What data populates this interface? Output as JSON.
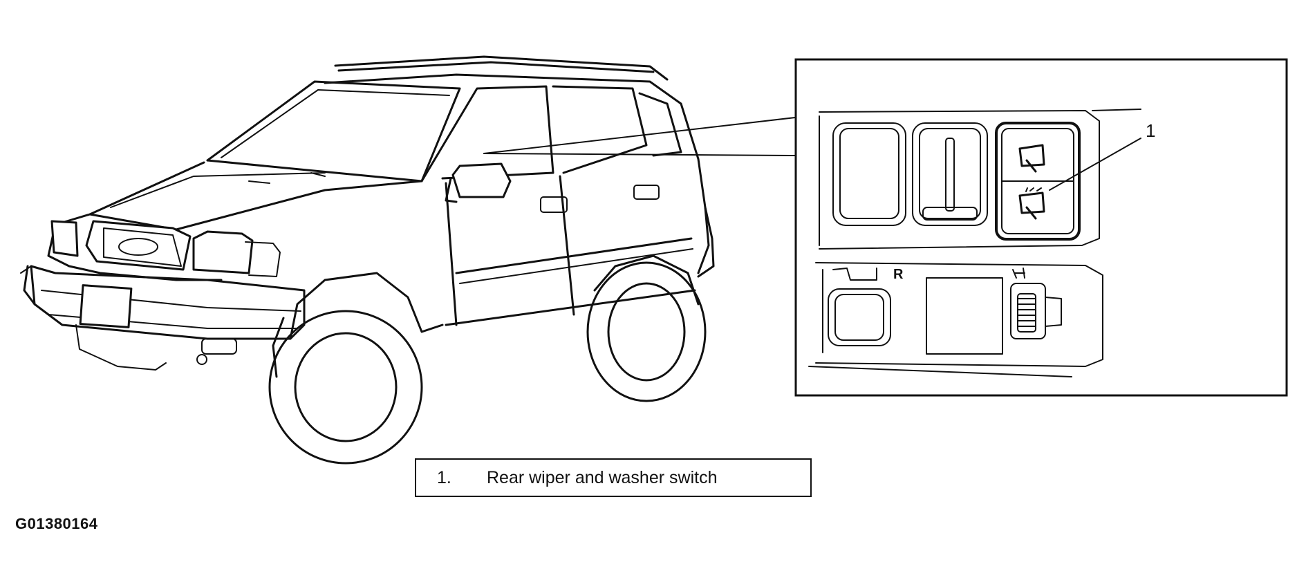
{
  "legend": {
    "items": [
      {
        "number": "1.",
        "label": "Rear wiper and washer switch"
      }
    ]
  },
  "callout": {
    "label": "1"
  },
  "panel": {
    "letter": "R"
  },
  "figure": {
    "id": "G01380164"
  },
  "icons": [
    "suv-vehicle-illustration",
    "switch-panel-detail",
    "rear-wiper-icon",
    "rear-washer-icon",
    "light-dimmer-icon"
  ]
}
